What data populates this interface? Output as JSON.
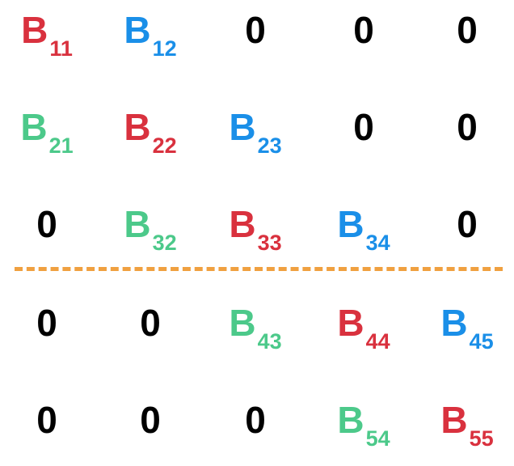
{
  "colors": {
    "red": "#d9313e",
    "blue": "#1a8fe8",
    "green": "#4cc98a",
    "zero": "#000000",
    "separator": "#f0a040"
  },
  "separator_after_row": 3,
  "matrix": [
    [
      {
        "text": "B",
        "sub": "11",
        "color": "red"
      },
      {
        "text": "B",
        "sub": "12",
        "color": "blue"
      },
      {
        "text": "0"
      },
      {
        "text": "0"
      },
      {
        "text": "0"
      }
    ],
    [
      {
        "text": "B",
        "sub": "21",
        "color": "green"
      },
      {
        "text": "B",
        "sub": "22",
        "color": "red"
      },
      {
        "text": "B",
        "sub": "23",
        "color": "blue"
      },
      {
        "text": "0"
      },
      {
        "text": "0"
      }
    ],
    [
      {
        "text": "0"
      },
      {
        "text": "B",
        "sub": "32",
        "color": "green"
      },
      {
        "text": "B",
        "sub": "33",
        "color": "red"
      },
      {
        "text": "B",
        "sub": "34",
        "color": "blue"
      },
      {
        "text": "0"
      }
    ],
    [
      {
        "text": "0"
      },
      {
        "text": "0"
      },
      {
        "text": "B",
        "sub": "43",
        "color": "green"
      },
      {
        "text": "B",
        "sub": "44",
        "color": "red"
      },
      {
        "text": "B",
        "sub": "45",
        "color": "blue"
      }
    ],
    [
      {
        "text": "0"
      },
      {
        "text": "0"
      },
      {
        "text": "0"
      },
      {
        "text": "B",
        "sub": "54",
        "color": "green"
      },
      {
        "text": "B",
        "sub": "55",
        "color": "red"
      }
    ]
  ]
}
